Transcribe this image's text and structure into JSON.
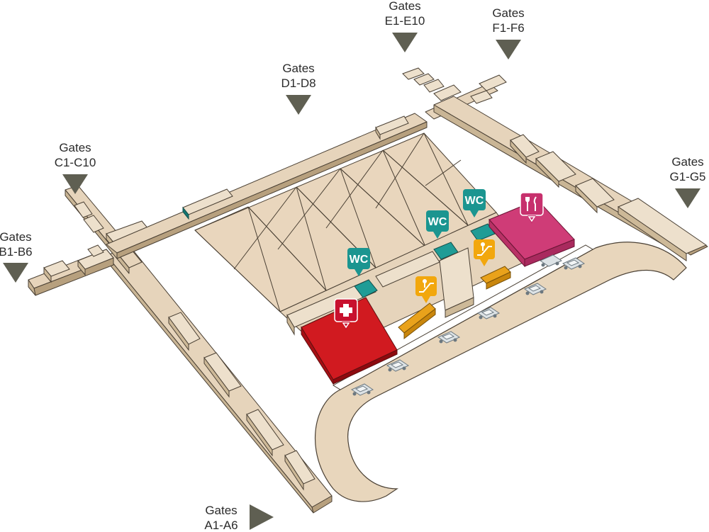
{
  "gates": [
    {
      "id": "a",
      "title": "Gates",
      "range": "A1-A6"
    },
    {
      "id": "b",
      "title": "Gates",
      "range": "B1-B6"
    },
    {
      "id": "c",
      "title": "Gates",
      "range": "C1-C10"
    },
    {
      "id": "d",
      "title": "Gates",
      "range": "D1-D8"
    },
    {
      "id": "e",
      "title": "Gates",
      "range": "E1-E10"
    },
    {
      "id": "f",
      "title": "Gates",
      "range": "F1-F6"
    },
    {
      "id": "g",
      "title": "Gates",
      "range": "G1-G5"
    }
  ],
  "markers": {
    "wc_label": "WC",
    "colors": {
      "wc": "#1b9590",
      "first_aid": "#c8102e",
      "restaurant": "#c7306d",
      "escalator": "#f2a70d",
      "arrow": "#5f5f52"
    }
  },
  "icons": [
    "first-aid-icon",
    "restaurant-icon",
    "escalator-icon",
    "wc-icon",
    "car-icon"
  ]
}
